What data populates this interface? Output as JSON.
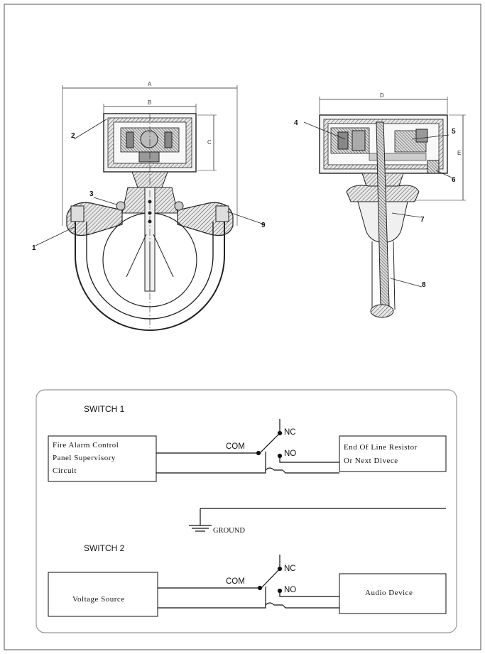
{
  "drawing": {
    "dimensions": {
      "a": "A",
      "b": "B",
      "c": "C",
      "d": "D",
      "e": "E"
    },
    "parts": [
      "1",
      "2",
      "3",
      "4",
      "5",
      "6",
      "7",
      "8",
      "9"
    ]
  },
  "wiring": {
    "switch1": {
      "title": "SWITCH 1",
      "left_box": [
        "Fire Alarm Control",
        "Panel Supervisory",
        "Circuit"
      ],
      "right_box": [
        "End Of Line Resistor",
        "Or Next Divece"
      ],
      "com": "COM",
      "nc": "NC",
      "no": "NO"
    },
    "ground": "GROUND",
    "switch2": {
      "title": "SWITCH 2",
      "left_box": "Voltage Source",
      "right_box": "Audio Device",
      "com": "COM",
      "nc": "NC",
      "no": "NO"
    }
  }
}
